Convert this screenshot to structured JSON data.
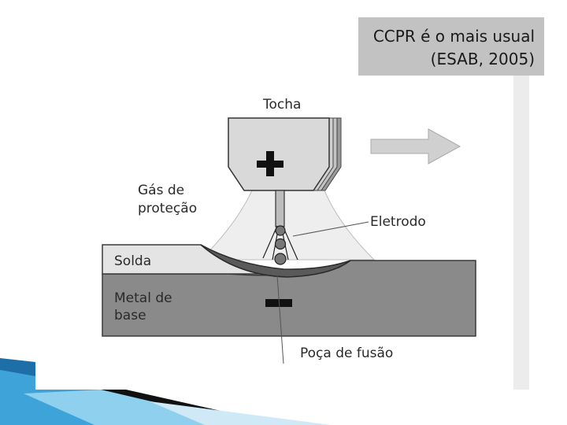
{
  "callout": {
    "line1": "CCPR é o mais usual",
    "line2": "(ESAB, 2005)"
  },
  "diagram": {
    "torch_label": "Tocha",
    "gas_label_line1": "Gás de",
    "gas_label_line2": "proteção",
    "electrode_label": "Eletrodo",
    "weld_label": "Solda",
    "base_label_line1": "Metal de",
    "base_label_line2": "base",
    "pool_label": "Poça de fusão",
    "torch_polarity": "+",
    "base_polarity": "−"
  },
  "colors": {
    "callout_bg": "#c2c2c2",
    "base_metal": "#8a8a8a",
    "weld_bead": "#e4e4e4",
    "torch_body": "#d9d9d9",
    "gas_cone": "#eeeeee",
    "accent_blue": "#2a8fc8"
  }
}
